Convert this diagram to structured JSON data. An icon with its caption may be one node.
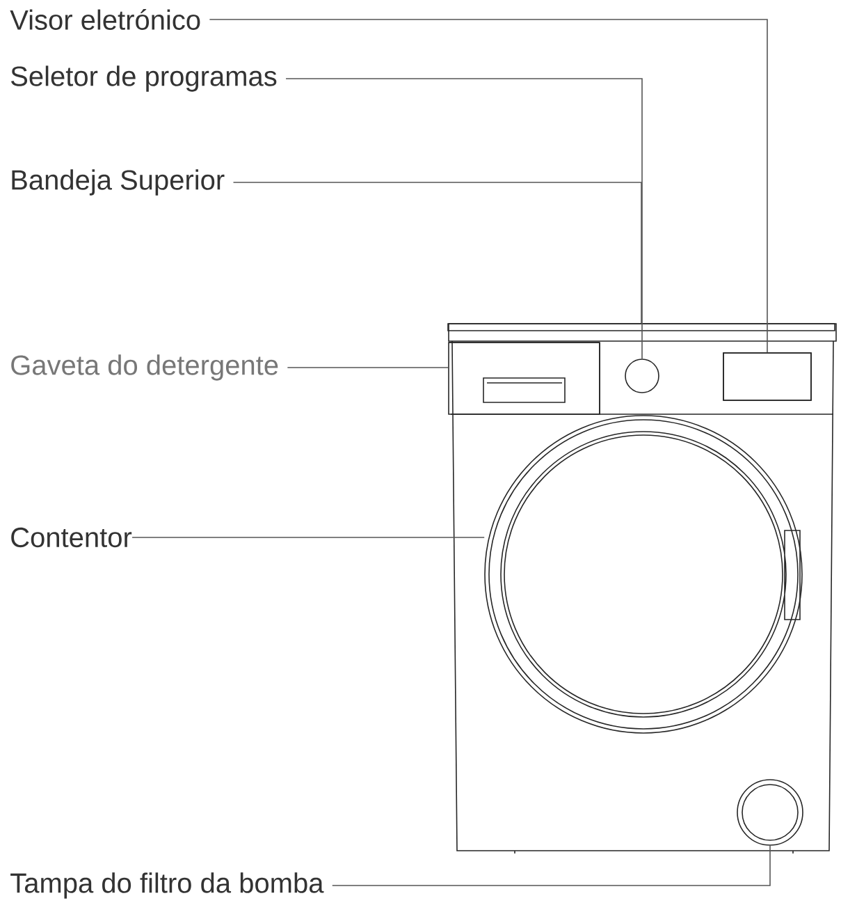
{
  "diagram": {
    "nodes": [
      {
        "text": [
          "Visor eletrónico"
        ]
      },
      {
        "text": [
          "Seletor de programas"
        ]
      },
      {
        "text": [
          "Bandeja Superior"
        ]
      },
      {
        "text": [
          "Gaveta do detergente"
        ]
      },
      {
        "text": [
          "Contentor"
        ]
      },
      {
        "text": [
          "Tampa do filtro da bomba"
        ]
      },
      {
        "text": [],
        "shape": "box"
      },
      {
        "text": [],
        "shape": "circle"
      },
      {
        "text": [],
        "shape": "bar"
      },
      {
        "text": [],
        "shape": "box"
      },
      {
        "text": [],
        "shape": "circle"
      },
      {
        "text": [],
        "shape": "circle"
      }
    ],
    "edges": [
      {
        "from": 0,
        "to": 9,
        "arrow": "none"
      },
      {
        "from": 1,
        "to": 7,
        "arrow": "none"
      },
      {
        "from": 2,
        "to": 8,
        "arrow": "none"
      },
      {
        "from": 3,
        "to": 6,
        "arrow": "none"
      },
      {
        "from": 4,
        "to": 10,
        "arrow": "none"
      },
      {
        "from": 5,
        "to": 11,
        "arrow": "none"
      }
    ]
  }
}
